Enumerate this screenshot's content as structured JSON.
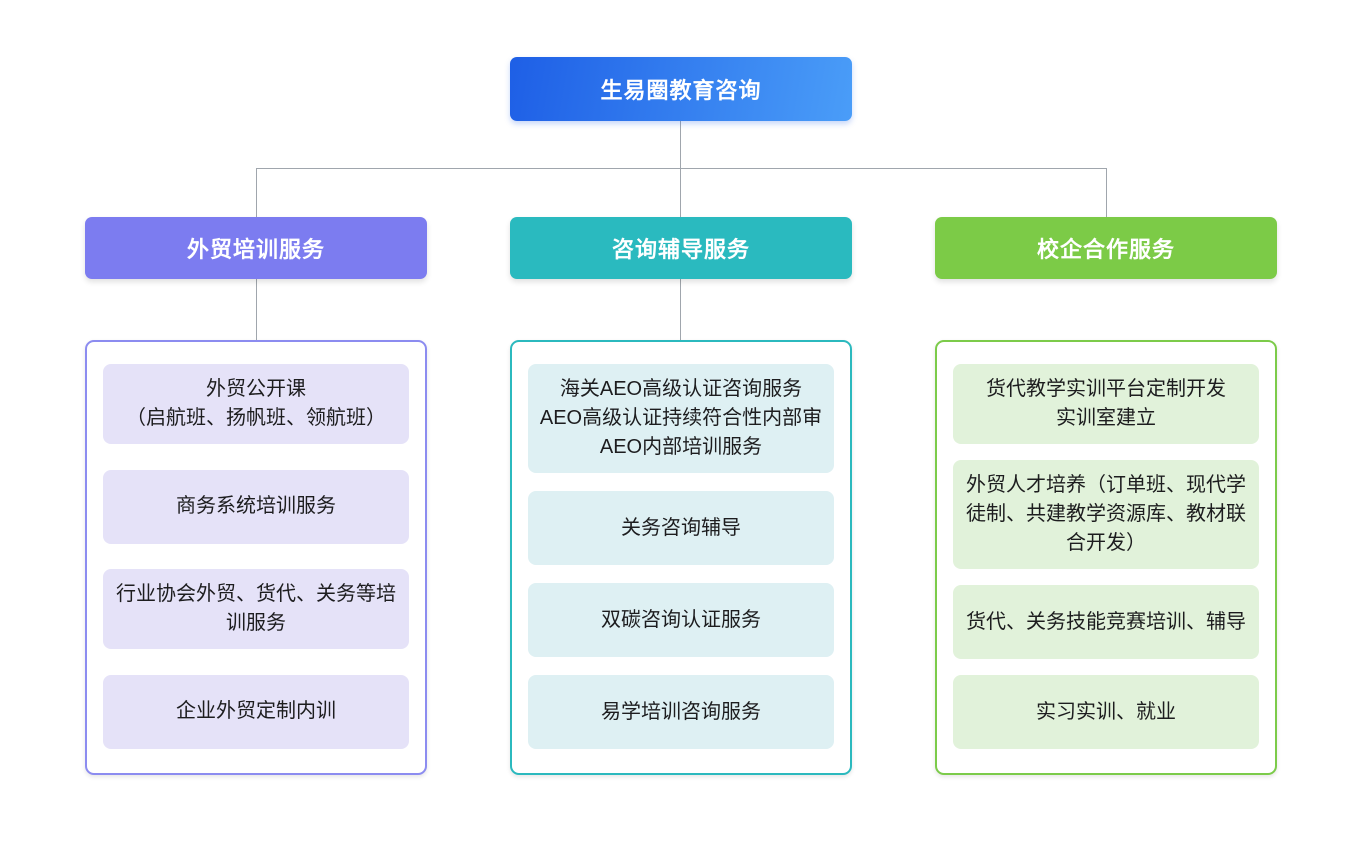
{
  "root": {
    "label": "生易圈教育咨询",
    "gradient_start": "#1E5FE6",
    "gradient_end": "#4A9DF8"
  },
  "connectors": {
    "line_color": "#A0A6AD"
  },
  "branches": [
    {
      "label": "外贸培训服务",
      "colors": {
        "header": "#7C7CF0",
        "item_bg": "#E5E2F8",
        "border": "#8C8CF0"
      },
      "items": [
        {
          "text": "外贸公开课\n（启航班、扬帆班、领航班）"
        },
        {
          "text": "商务系统培训服务"
        },
        {
          "text": "行业协会外贸、货代、关务等培训服务"
        },
        {
          "text": "企业外贸定制内训"
        }
      ]
    },
    {
      "label": "咨询辅导服务",
      "colors": {
        "header": "#2ABABF",
        "item_bg": "#DEF0F3",
        "border": "#2BB9BE"
      },
      "items": [
        {
          "text": "海关AEO高级认证咨询服务\nAEO高级认证持续符合性内部审\nAEO内部培训服务"
        },
        {
          "text": "关务咨询辅导"
        },
        {
          "text": "双碳咨询认证服务"
        },
        {
          "text": "易学培训咨询服务"
        }
      ]
    },
    {
      "label": "校企合作服务",
      "colors": {
        "header": "#7CCB47",
        "item_bg": "#E1F2DA",
        "border": "#7CCB4A"
      },
      "items": [
        {
          "text": "货代教学实训平台定制开发\n实训室建立"
        },
        {
          "text": "外贸人才培养（订单班、现代学徒制、共建教学资源库、教材联合开发）"
        },
        {
          "text": "货代、关务技能竞赛培训、辅导"
        },
        {
          "text": "实习实训、就业"
        }
      ]
    }
  ]
}
